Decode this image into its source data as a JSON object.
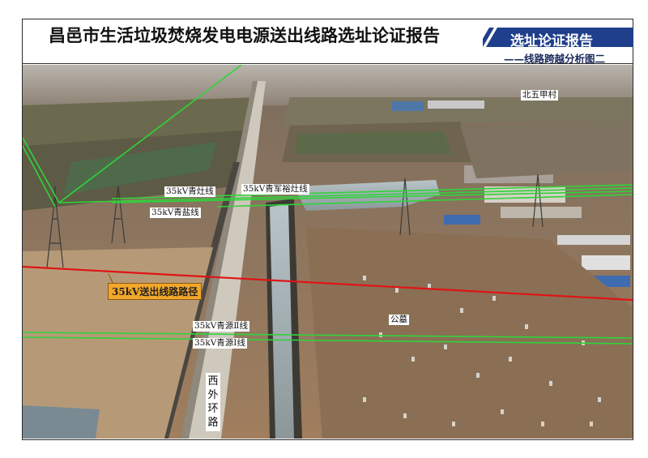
{
  "header": {
    "title": "昌邑市生活垃圾焚烧发电电源送出线路选址论证报告",
    "tag": "选址论证报告",
    "subtitle": "——线路跨越分析图二",
    "tag_color": "#1f3f8c"
  },
  "map": {
    "lines": {
      "qingzao": "35kV青灶线",
      "qingjunyuzao": "35kV青军裕灶线",
      "qingyan": "35kV青盐线",
      "route": "35kV送出线路路径",
      "qingyuan2": "35kV青源Ⅱ线",
      "qingyuan1": "35kV青源Ⅰ线"
    },
    "places": {
      "village": "北五甲村",
      "cemetery": "公墓",
      "road": "西外环路"
    },
    "colors": {
      "existing_line": "#2fd43a",
      "route_line": "#e01414",
      "route_label_bg": "#f2a62a"
    }
  }
}
